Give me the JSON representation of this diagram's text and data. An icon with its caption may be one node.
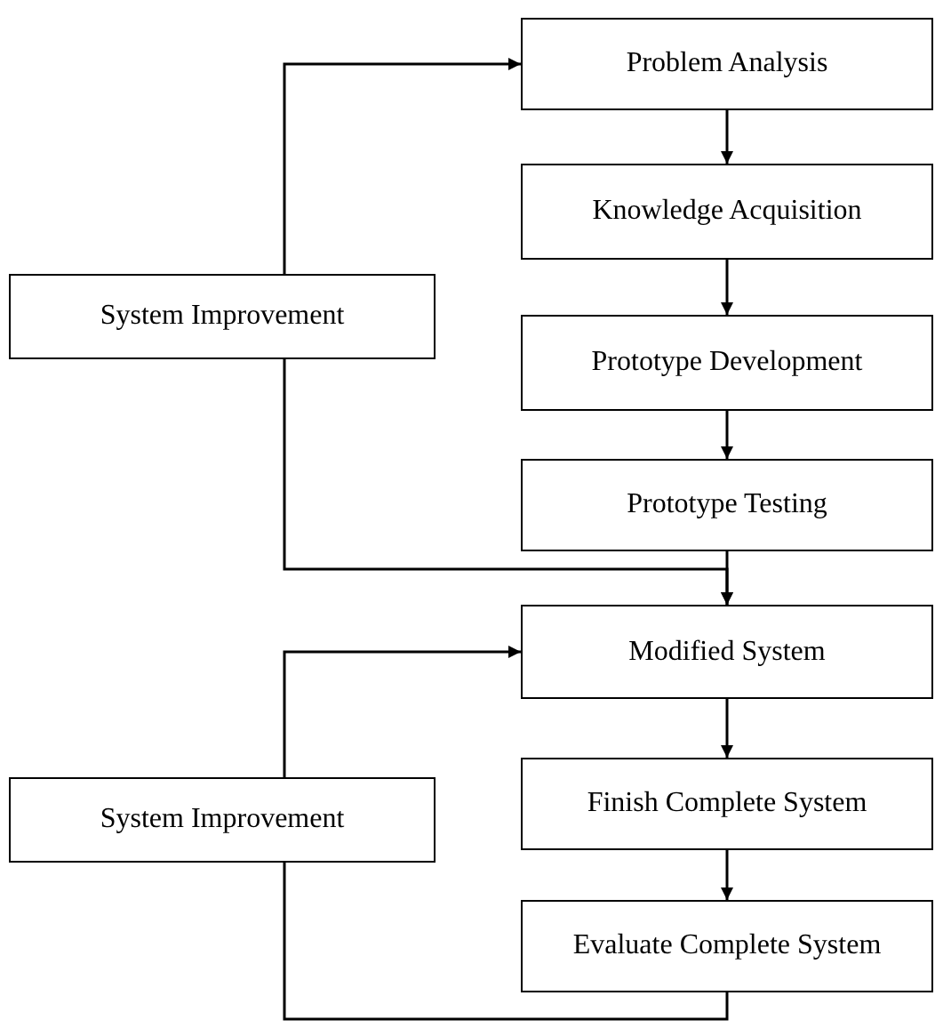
{
  "diagram": {
    "nodes": [
      {
        "text": [
          "Problem Analysis"
        ]
      },
      {
        "text": [
          "Knowledge Acquisition"
        ]
      },
      {
        "text": [
          "Prototype Development"
        ]
      },
      {
        "text": [
          "Prototype Testing"
        ]
      },
      {
        "text": [
          "System Improvement"
        ]
      },
      {
        "text": [
          "Modified System"
        ]
      },
      {
        "text": [
          "Finish Complete System"
        ]
      },
      {
        "text": [
          "Evaluate Complete System"
        ]
      },
      {
        "text": [
          "System Improvement"
        ]
      }
    ],
    "edges": [
      {
        "from": 0,
        "to": 1,
        "arrow": "to"
      },
      {
        "from": 1,
        "to": 2,
        "arrow": "to"
      },
      {
        "from": 2,
        "to": 3,
        "arrow": "to"
      },
      {
        "from": 3,
        "to": 5,
        "arrow": "to"
      },
      {
        "from": 4,
        "to": 0,
        "arrow": "to"
      },
      {
        "from": 4,
        "to": 5,
        "arrow": "to"
      },
      {
        "from": 5,
        "to": 6,
        "arrow": "to"
      },
      {
        "from": 6,
        "to": 7,
        "arrow": "to"
      },
      {
        "from": 7,
        "to": 8,
        "arrow": "none"
      },
      {
        "from": 8,
        "to": 5,
        "arrow": "to"
      }
    ]
  }
}
